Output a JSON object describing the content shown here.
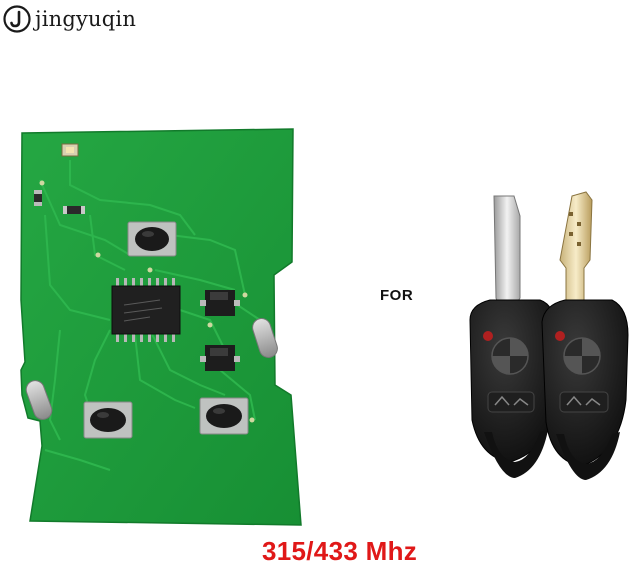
{
  "brand": {
    "name": "jingyuqin",
    "logo_icon": "jingyuqin-logo-icon"
  },
  "labels": {
    "for": "FOR",
    "frequency": "315/433 Mhz"
  },
  "colors": {
    "pcb": "#1f9e3c",
    "frequency_text": "#e01818",
    "key_body": "#111111"
  },
  "icons": [
    "pcb-board-icon",
    "car-key-icon",
    "car-key-icon"
  ]
}
